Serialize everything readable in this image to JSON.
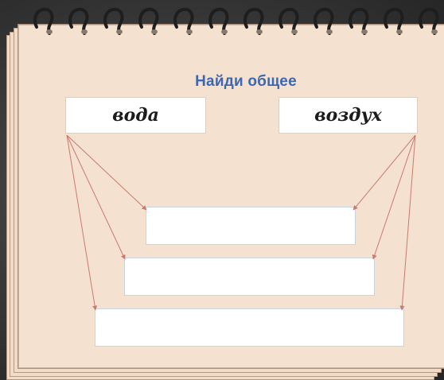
{
  "title": "Найди общее",
  "left_word": "вода",
  "right_word": "воздух",
  "answer_boxes": [
    "",
    "",
    ""
  ],
  "icons": [
    "spiral-ring-icon"
  ],
  "colors": {
    "background": "#3a3a3a",
    "paper": "#f5e1cf",
    "title": "#3b67b3",
    "arrow": "#c97a6e"
  }
}
